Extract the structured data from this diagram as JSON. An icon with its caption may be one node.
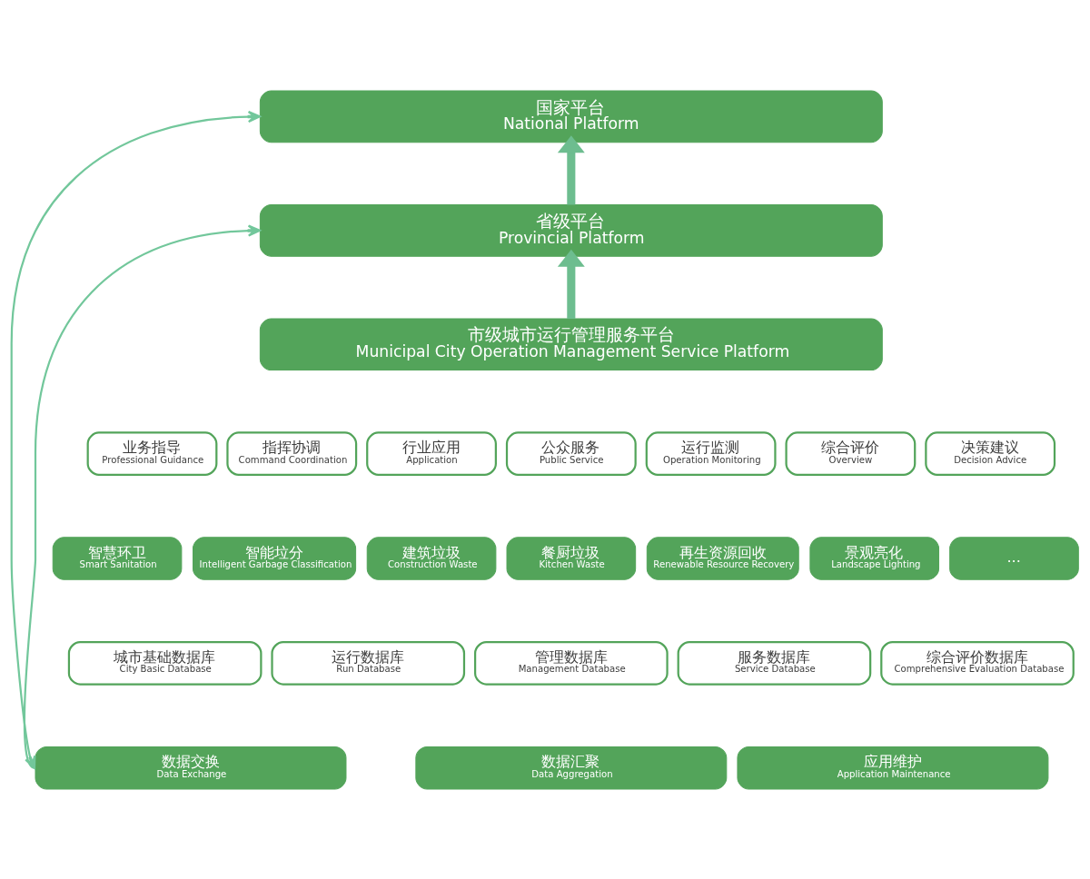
{
  "diagram": {
    "nodes": [
      {
        "text": [
          "国家平台",
          "National Platform"
        ]
      },
      {
        "text": [
          "省级平台",
          "Provincial Platform"
        ]
      },
      {
        "text": [
          "市级城市运行管理服务平台",
          "Municipal City Operation Management Service Platform"
        ]
      },
      {
        "text": [
          "业务指导",
          "Professional Guidance"
        ]
      },
      {
        "text": [
          "指挥协调",
          "Command Coordination"
        ]
      },
      {
        "text": [
          "行业应用",
          "Application"
        ]
      },
      {
        "text": [
          "公众服务",
          "Public Service"
        ]
      },
      {
        "text": [
          "运行监测",
          "Operation Monitoring"
        ]
      },
      {
        "text": [
          "综合评价",
          "Overview"
        ]
      },
      {
        "text": [
          "决策建议",
          "Decision Advice"
        ]
      },
      {
        "text": [
          "智慧环卫",
          "Smart Sanitation"
        ]
      },
      {
        "text": [
          "智能垃分",
          "Intelligent Garbage Classification"
        ]
      },
      {
        "text": [
          "建筑垃圾",
          "Construction Waste"
        ]
      },
      {
        "text": [
          "餐厨垃圾",
          "Kitchen Waste"
        ]
      },
      {
        "text": [
          "再生资源回收",
          "Renewable Resource Recovery"
        ]
      },
      {
        "text": [
          "景观亮化",
          "Landscape Lighting"
        ]
      },
      {
        "text": [
          "..."
        ]
      },
      {
        "text": [
          "城市基础数据库",
          "City Basic Database"
        ]
      },
      {
        "text": [
          "运行数据库",
          "Run Database"
        ]
      },
      {
        "text": [
          "管理数据库",
          "Management Database"
        ]
      },
      {
        "text": [
          "服务数据库",
          "Service Database"
        ]
      },
      {
        "text": [
          "综合评价数据库",
          "Comprehensive Evaluation Database"
        ]
      },
      {
        "text": [
          "数据交换",
          "Data Exchange"
        ]
      },
      {
        "text": [
          "数据汇聚",
          "Data Aggregation"
        ]
      },
      {
        "text": [
          "应用维护",
          "Application Maintenance"
        ]
      }
    ],
    "edges": [
      {
        "from": 2,
        "to": 1,
        "arrow": "to",
        "style": "thick"
      },
      {
        "from": 1,
        "to": 0,
        "arrow": "to",
        "style": "thick"
      },
      {
        "from": 22,
        "to": 0,
        "arrow": "both",
        "color": "#72c79b"
      },
      {
        "from": 22,
        "to": 1,
        "arrow": "to",
        "color": "#72c79b"
      }
    ]
  }
}
